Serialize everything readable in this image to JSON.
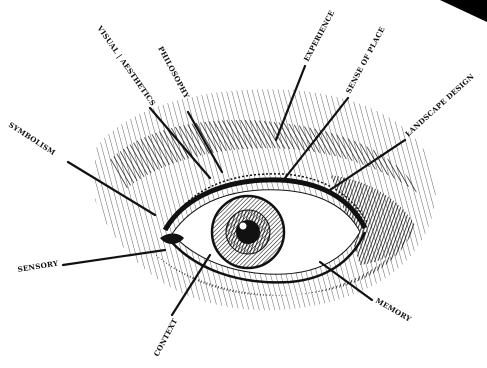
{
  "labels": {
    "experience": "EXPERIENCE",
    "sense_of_place": "SENSE OF PLACE",
    "philosophy": "PHILOSOPHY",
    "visual_aesthetics": "VISUAL | AESTHETICS",
    "landscape_design": "LANDSCAPE DESIGN",
    "symbolism": "SYMBOLISM",
    "sensory": "SENSORY",
    "context": "CONTEXT",
    "memory": "MEMORY"
  },
  "colors": {
    "ink": "#111111",
    "background": "#ffffff"
  }
}
